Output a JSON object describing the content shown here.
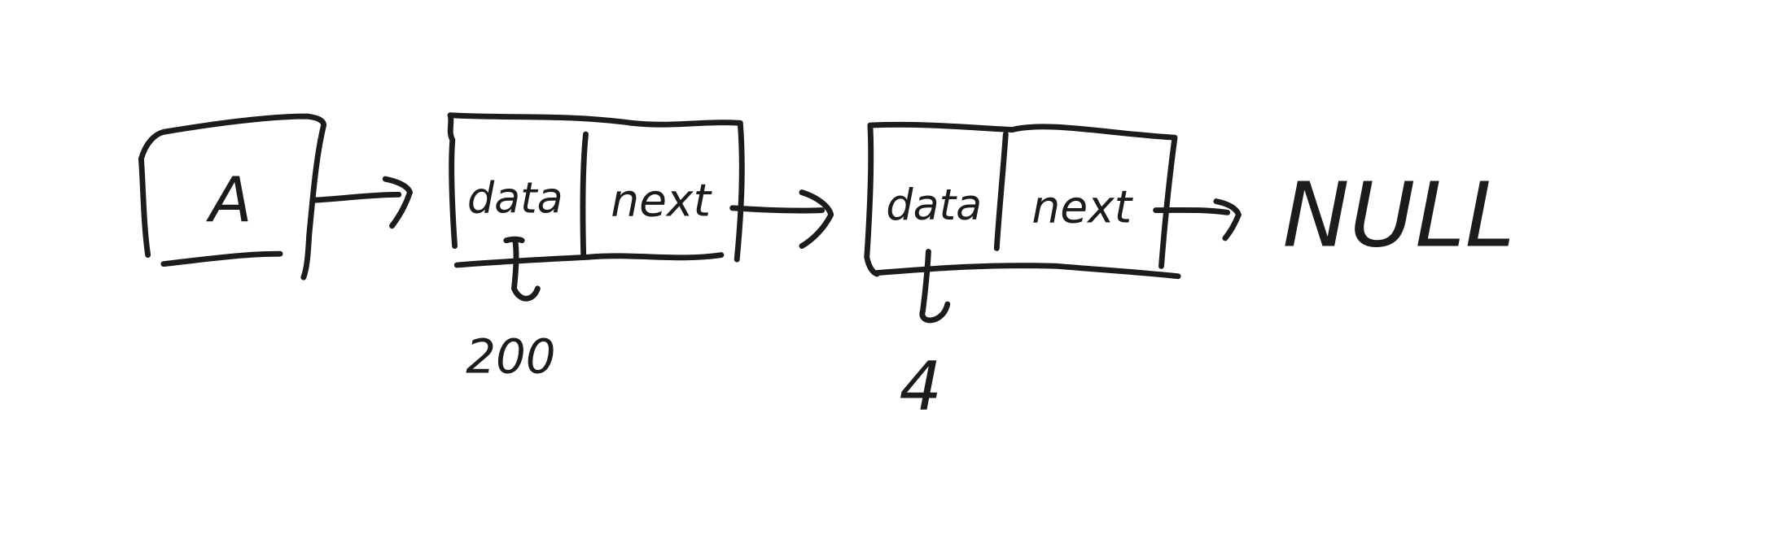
{
  "diagram": {
    "pointer": {
      "label": "A"
    },
    "nodes": [
      {
        "data_label": "data",
        "next_label": "next",
        "value": "200"
      },
      {
        "data_label": "data",
        "next_label": "next",
        "value": "4"
      }
    ],
    "terminator": "NULL",
    "ink_color": "#1c1c1c",
    "background": "#ffffff"
  }
}
